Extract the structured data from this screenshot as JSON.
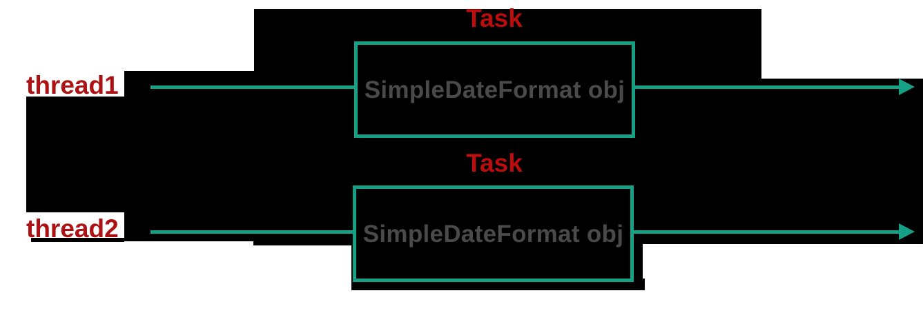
{
  "colors": {
    "background": "#ffffff",
    "black": "#000000",
    "teal": "#16a086",
    "task_red": "#bb0c0e",
    "thread_red": "#ac1214",
    "gray_text": "#4a4a4a"
  },
  "rows": [
    {
      "thread_label": "thread1",
      "task_label": "Task",
      "box_label": "SimpleDateFormat obj"
    },
    {
      "thread_label": "thread2",
      "task_label": "Task",
      "box_label": "SimpleDateFormat obj"
    }
  ]
}
